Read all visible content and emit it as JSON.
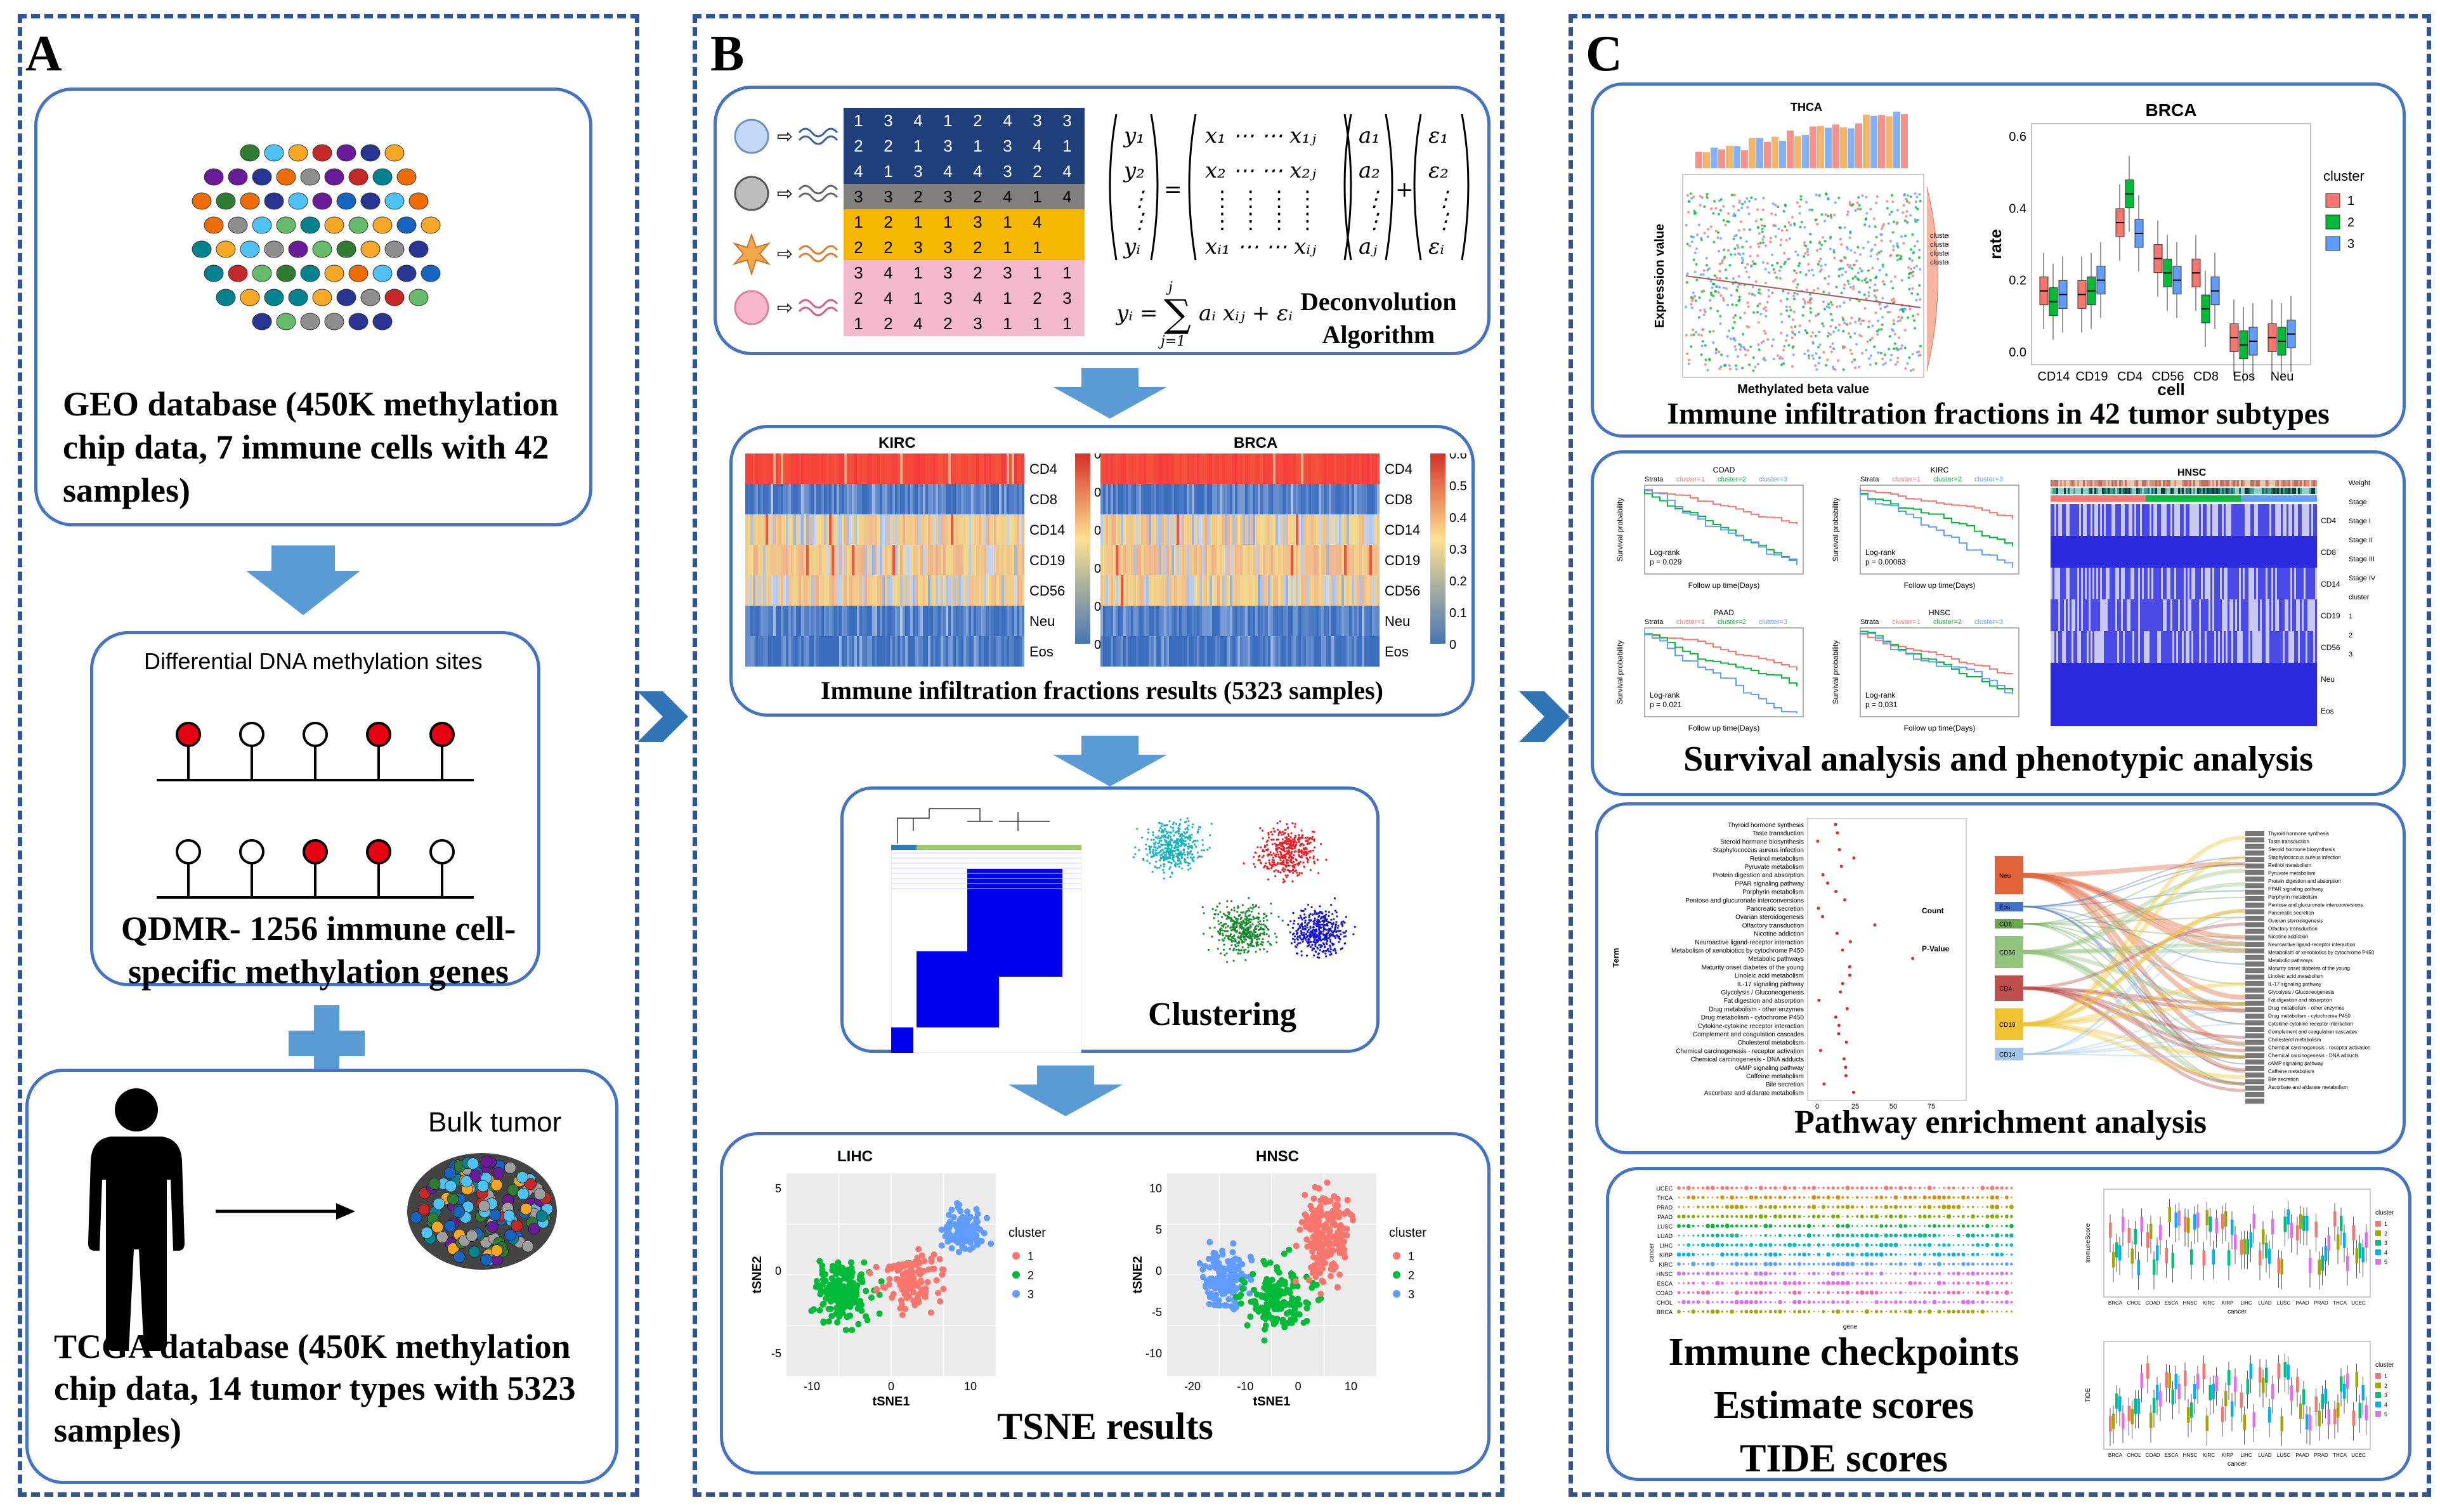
{
  "panels": {
    "a": {
      "letter": "A",
      "geo_caption": [
        "GEO database (450K methylation",
        "chip data, 7 immune cells with 42",
        "samples)"
      ],
      "diff_title": "Differential DNA methylation sites",
      "qdmr_caption": [
        "QDMR- 1256 immune cell-",
        "specific methylation genes"
      ],
      "bulk_label": "Bulk tumor",
      "tcga_caption": [
        "TCGA database (450K methylation",
        "chip data, 14 tumor types with 5323",
        "samples)"
      ]
    },
    "b": {
      "letter": "B",
      "matrix_rows": [
        [
          "1",
          "3",
          "4",
          "1",
          "2",
          "4",
          "3",
          "3"
        ],
        [
          "2",
          "2",
          "1",
          "3",
          "1",
          "3",
          "4",
          "1"
        ],
        [
          "4",
          "1",
          "3",
          "4",
          "4",
          "3",
          "2",
          "4"
        ],
        [
          "3",
          "3",
          "2",
          "3",
          "2",
          "4",
          "1",
          "4"
        ],
        [
          "1",
          "2",
          "1",
          "1",
          "3",
          "1",
          "4"
        ],
        [
          "2",
          "2",
          "3",
          "3",
          "2",
          "1",
          "1"
        ],
        [
          "3",
          "4",
          "1",
          "3",
          "2",
          "3",
          "1",
          "1"
        ],
        [
          "2",
          "4",
          "1",
          "3",
          "4",
          "1",
          "2",
          "3"
        ],
        [
          "1",
          "2",
          "4",
          "2",
          "3",
          "1",
          "1",
          "1"
        ]
      ],
      "formula_label": [
        "Deconvolution",
        "Algorithm"
      ],
      "heatmap_titles": [
        "KIRC",
        "BRCA"
      ],
      "cell_labels": [
        "CD4",
        "CD8",
        "CD14",
        "CD19",
        "CD56",
        "Neu",
        "Eos"
      ],
      "scale_ticks_a": [
        "0.5",
        "0.4",
        "0.3",
        "0.2",
        "0.1",
        "0"
      ],
      "scale_ticks_b": [
        "0.6",
        "0.5",
        "0.4",
        "0.3",
        "0.2",
        "0.1",
        "0"
      ],
      "heatmap_caption": "Immune  infiltration  fractions results (5323 samples)",
      "clustering_caption": "Clustering",
      "tsne_titles": [
        "LIHC",
        "HNSC"
      ],
      "tsne_xlabel": "tSNE1",
      "tsne_ylabel": "tSNE2",
      "legend_title": "cluster",
      "legend_items": [
        "1",
        "2",
        "3"
      ],
      "tsne_xticks_a": [
        "-10",
        "0",
        "10"
      ],
      "tsne_yticks_a": [
        "5",
        "0",
        "-5"
      ],
      "tsne_xticks_b": [
        "-20",
        "-10",
        "0",
        "10"
      ],
      "tsne_yticks_b": [
        "10",
        "5",
        "0",
        "-5",
        "-10"
      ],
      "tsne_caption": "TSNE results"
    },
    "c": {
      "letter": "C",
      "scatter_title": "THCA",
      "scatter_ylabel": "Expression value",
      "scatter_xlabel": "Methylated beta value",
      "scatter_legend": [
        "cluster",
        "cluster1",
        "cluster2",
        "cluster3"
      ],
      "box_title": "BRCA",
      "box_ylabel": "rate",
      "box_xlabel": "cell",
      "box_yticks": [
        "0.6",
        "0.4",
        "0.2",
        "0.0"
      ],
      "box_xticks": [
        "CD14",
        "CD19",
        "CD4",
        "CD56",
        "CD8",
        "Eos",
        "Neu"
      ],
      "box_legend_title": "cluster",
      "box_legend_items": [
        "1",
        "2",
        "3"
      ],
      "box1_caption": "Immune  infiltration fractions in 42 tumor subtypes",
      "km_titles": [
        "COAD",
        "KIRC",
        "PAAD",
        "HNSC"
      ],
      "km_ylabel": "Survival probability",
      "km_xlabel": "Follow up time(Days)",
      "km_pvals": [
        "Log-rank\np = 0.029",
        "Log-rank\np = 0.00063",
        "Log-rank\np = 0.021",
        "Log-rank\np = 0.031"
      ],
      "km_strata": "Strata",
      "km_strata_items": [
        "cluster=1",
        "cluster=2",
        "cluster=3"
      ],
      "hnsc_title": "HNSC",
      "hnsc_rows": [
        "CD4",
        "CD8",
        "CD14",
        "CD19",
        "CD56",
        "Neu",
        "Eos"
      ],
      "hnsc_legend": [
        "Weight",
        "Stage",
        "Stage I",
        "Stage II",
        "Stage III",
        "Stage IV",
        "cluster",
        "1",
        "2",
        "3"
      ],
      "box2_caption": "Survival analysis and phenotypic analysis",
      "pathways": [
        "Thyroid hormone synthesis",
        "Taste transduction",
        "Steroid hormone biosynthesis",
        "Staphylococcus aureus infection",
        "Retinol metabolism",
        "Pyruvate metabolism",
        "Protein digestion and absorption",
        "PPAR signaling pathway",
        "Porphyrin metabolism",
        "Pentose and glucuronate interconversions",
        "Pancreatic secretion",
        "Ovarian steroidogenesis",
        "Olfactory transduction",
        "Nicotine addiction",
        "Neuroactive ligand-receptor interaction",
        "Metabolism of xenobiotics by cytochrome P450",
        "Metabolic pathways",
        "Maturity onset diabetes of the young",
        "Linoleic acid metabolism",
        "IL-17 signaling pathway",
        "Glycolysis / Gluconeogenesis",
        "Fat digestion and absorption",
        "Drug metabolism - other enzymes",
        "Drug metabolism - cytochrome P450",
        "Cytokine-cytokine receptor interaction",
        "Complement and coagulation cascades",
        "Cholesterol metabolism",
        "Chemical carcinogenesis - receptor activation",
        "Chemical carcinogenesis - DNA adducts",
        "cAMP signaling pathway",
        "Caffeine metabolism",
        "Bile secretion",
        "Ascorbate and aldarate metabolism"
      ],
      "dot_ylabel": "Term",
      "dot_xlabel": "Count",
      "dot_xticks": [
        "0",
        "25",
        "50",
        "75"
      ],
      "dot_legend": [
        "Count",
        "P-Value"
      ],
      "sankey_nodes": [
        "Neu",
        "Eos",
        "CD8",
        "CD56",
        "CD4",
        "CD19",
        "CD14"
      ],
      "box3_caption": "Pathway enrichment analysis",
      "box4_lines": [
        "Immune checkpoints",
        "Estimate scores",
        "TIDE scores"
      ],
      "ck_ylabel": "cancer",
      "ck_xlabel": "gene",
      "ck_cancers": [
        "UCEC",
        "THCA",
        "PRAD",
        "PAAD",
        "LUSC",
        "LUAD",
        "LIHC",
        "KIRP",
        "KIRC",
        "HNSC",
        "ESCA",
        "COAD",
        "CHOL",
        "BRCA"
      ],
      "est_xticks": [
        "BRCA",
        "CHOL",
        "COAD",
        "ESCA",
        "HNSC",
        "KIRC",
        "KIRP",
        "LIHC",
        "LUAD",
        "LUSC",
        "PAAD",
        "PRAD",
        "THCA",
        "UCEC"
      ],
      "est_ylabel": "ImmuneScore",
      "est_xlabel": "cancer",
      "tide_ylabel": "TIDE",
      "tide_xlabel": "cancer",
      "mini_legend_title": "cluster",
      "mini_legend_items": [
        "1",
        "2",
        "3",
        "4",
        "5"
      ]
    }
  },
  "colors": {
    "panel_border": "#2f5597",
    "box_border": "#4472c4",
    "arrow": "#5b9bd5",
    "c1": "#f8766d",
    "c2": "#00ba38",
    "c3": "#619cff",
    "methyl_red": "#e60012"
  }
}
